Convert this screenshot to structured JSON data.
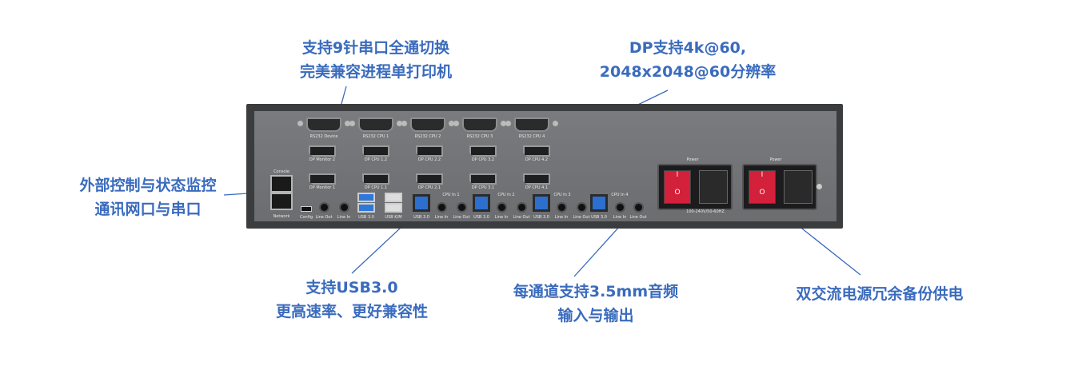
{
  "callouts": {
    "serial": [
      "支持9针串口全通切换",
      "完美兼容进程单打印机"
    ],
    "dp": [
      "DP支持4k@60,",
      "2048x2048@60分辨率"
    ],
    "network": [
      "外部控制与状态监控",
      "通讯网口与串口"
    ],
    "usb": [
      "支持USB3.0",
      "更高速率、更好兼容性"
    ],
    "audio": [
      "每通道支持3.5mm音频",
      "输入与输出"
    ],
    "power": [
      "双交流电源冗余备份供电"
    ]
  },
  "panel": {
    "rs232": [
      "RS232 Device",
      "RS232 CPU 1",
      "RS232 CPU 2",
      "RS232 CPU 3",
      "RS232 CPU 4"
    ],
    "dp_top": [
      "DP Monitor 2",
      "DP CPU 1.2",
      "DP CPU 2.2",
      "DP CPU 3.2",
      "DP CPU 4.2"
    ],
    "dp_bottom": [
      "DP Monitor 1",
      "DP CPU 1.1",
      "DP CPU 2.1",
      "DP CPU 3.1",
      "DP CPU 4.1"
    ],
    "console": "Console",
    "network": "Network",
    "bottom": [
      "Config",
      "Line Out",
      "Line In",
      "USB 3.0",
      "USB K/M",
      "USB 3.0",
      "Line In",
      "Line Out",
      "USB 3.0",
      "Line In",
      "Line Out",
      "USB 3.0",
      "Line In",
      "Line Out",
      "USB 3.0",
      "Line In",
      "Line Out"
    ],
    "cpu_in": [
      "CPU In 1",
      "CPU In 2",
      "CPU In 3",
      "CPU In 4"
    ],
    "power_label": "Power",
    "power_label2": "Power",
    "voltage": "100-240V/50-60HZ",
    "switch_on": "I",
    "switch_off": "O"
  },
  "colors": {
    "callout": "#3a6bbd",
    "switch": "#d3203b"
  }
}
